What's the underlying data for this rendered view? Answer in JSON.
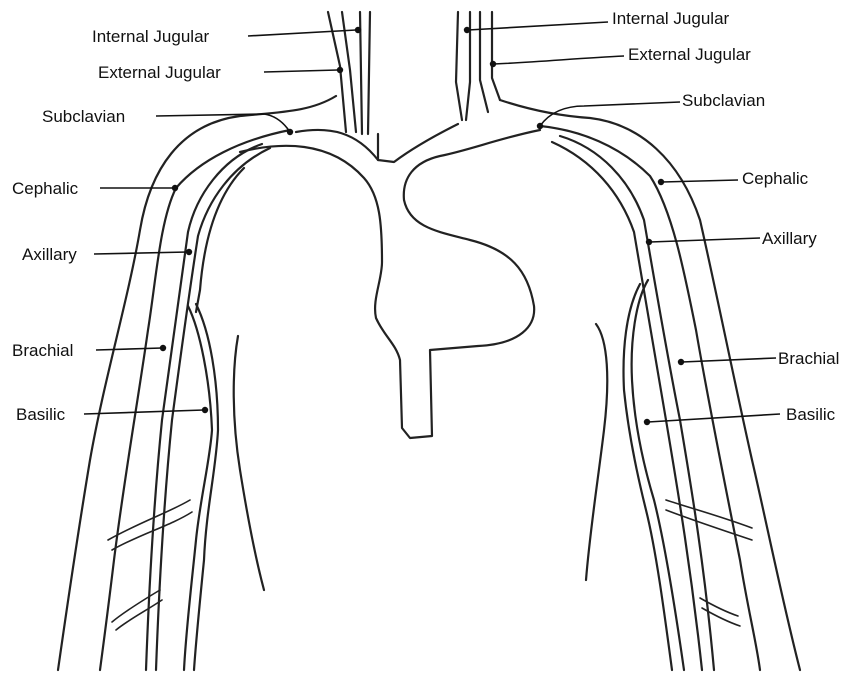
{
  "labels": {
    "left": {
      "internal_jugular": "Internal Jugular",
      "external_jugular": "External Jugular",
      "subclavian": "Subclavian",
      "cephalic": "Cephalic",
      "axillary": "Axillary",
      "brachial": "Brachial",
      "basilic": "Basilic"
    },
    "right": {
      "internal_jugular": "Internal Jugular",
      "external_jugular": "External Jugular",
      "subclavian": "Subclavian",
      "cephalic": "Cephalic",
      "axillary": "Axillary",
      "brachial": "Brachial",
      "basilic": "Basilic"
    }
  },
  "colors": {
    "ink": "#222222",
    "background": "#ffffff"
  }
}
